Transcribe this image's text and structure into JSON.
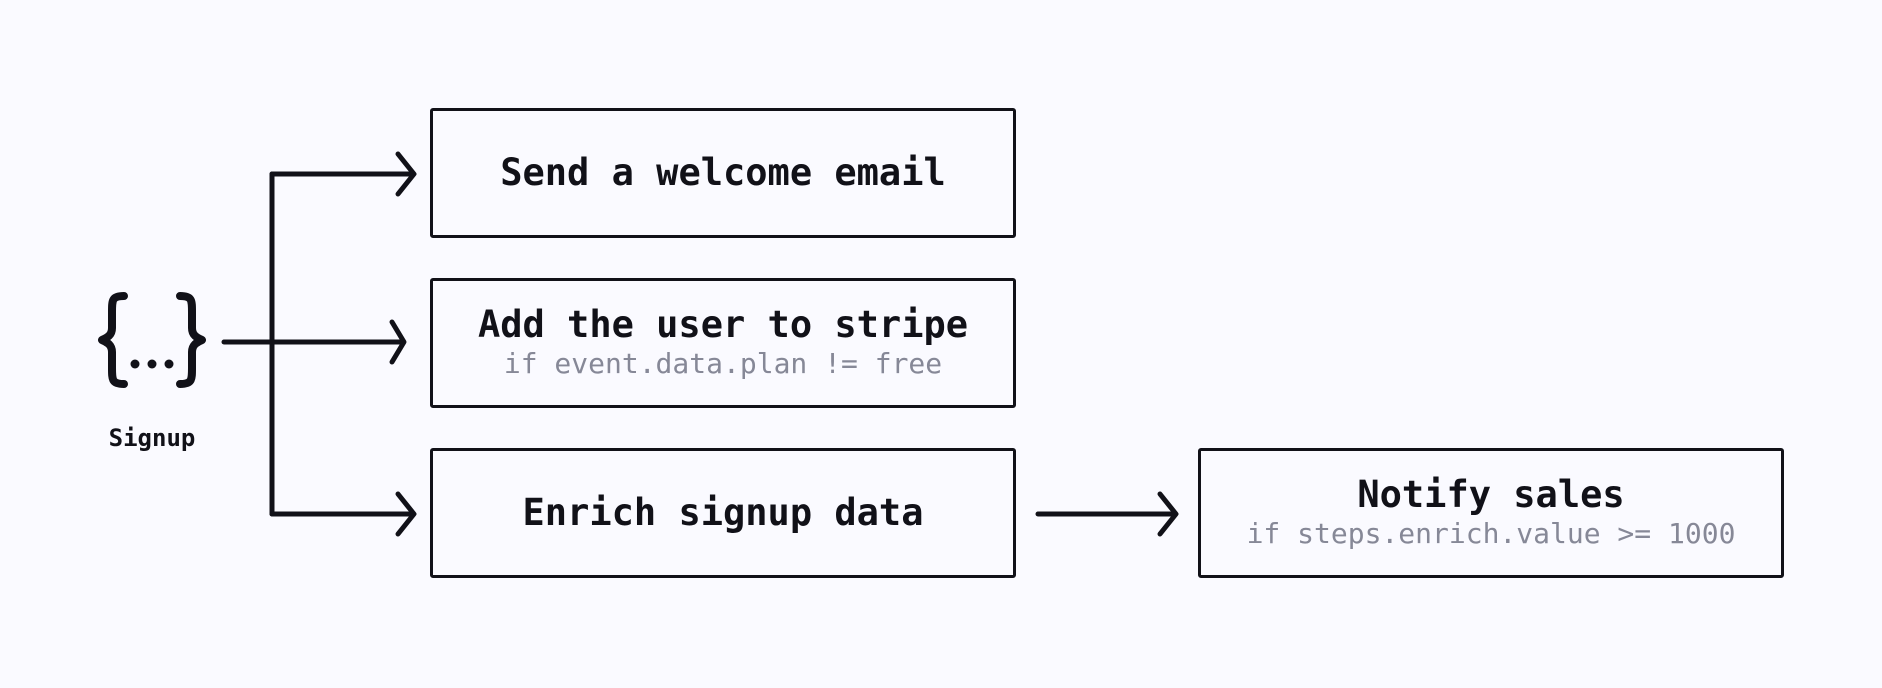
{
  "trigger": {
    "label": "Signup",
    "icon": "curly-braces-ellipsis-icon"
  },
  "steps": [
    {
      "title": "Send a welcome email",
      "condition": ""
    },
    {
      "title": "Add the user to stripe",
      "condition": "if event.data.plan != free"
    },
    {
      "title": "Enrich signup data",
      "condition": ""
    },
    {
      "title": "Notify sales",
      "condition": "if steps.enrich.value >= 1000"
    }
  ],
  "colors": {
    "background": "#fafaff",
    "stroke": "#111118",
    "condition_text": "#868897"
  }
}
